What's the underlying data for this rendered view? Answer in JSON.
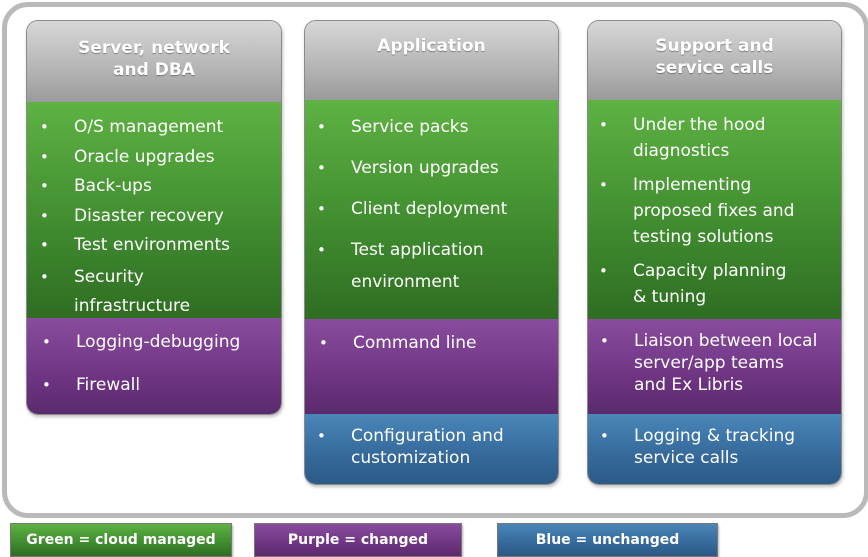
{
  "columns": [
    {
      "title": "Server, network\nand DBA",
      "green_items": [
        "O/S management",
        "Oracle upgrades",
        "Back-ups",
        "Disaster recovery",
        "Test environments",
        "Security\ninfrastructure"
      ],
      "purple_items": [
        "Logging-debugging",
        "Firewall"
      ]
    },
    {
      "title": "Application",
      "green_items": [
        "Service packs",
        "Version upgrades",
        "Client deployment",
        "Test application\nenvironment"
      ],
      "purple_items": [
        "Command line"
      ],
      "blue_items": [
        "Configuration and\ncustomization"
      ]
    },
    {
      "title": "Support and\nservice calls",
      "green_items": [
        "Under the hood\ndiagnostics",
        "Implementing\nproposed fixes and\ntesting solutions",
        "Capacity planning\n& tuning"
      ],
      "purple_items": [
        "Liaison between local\nserver/app teams\nand Ex Libris"
      ],
      "blue_items": [
        "Logging & tracking\nservice calls"
      ]
    }
  ],
  "legend": {
    "green": "Green = cloud managed",
    "purple": "Purple = changed",
    "blue": "Blue = unchanged"
  },
  "colors": {
    "green": "#3f8a2f",
    "purple": "#6f3583",
    "blue": "#35699a",
    "header_gray": "#a8a8a8"
  }
}
